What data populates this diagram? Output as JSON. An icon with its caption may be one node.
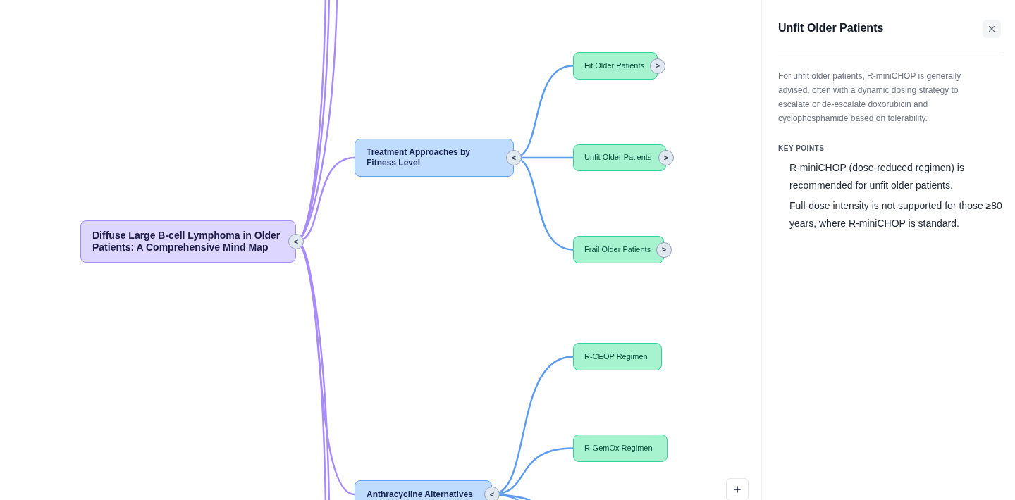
{
  "diagram": {
    "nodes": [
      {
        "text": [
          "Diffuse Large B-cell Lymphoma in Older Patients: A Comprehensive Mind Map"
        ],
        "beside": [
          "<"
        ]
      },
      {
        "text": [
          "Treatment Approaches by Fitness Level"
        ],
        "beside": [
          "<"
        ]
      },
      {
        "text": [
          "Fit Older Patients"
        ],
        "beside": [
          ">"
        ]
      },
      {
        "text": [
          "Unfit Older Patients"
        ],
        "beside": [
          ">"
        ]
      },
      {
        "text": [
          "Frail Older Patients"
        ],
        "beside": [
          ">"
        ]
      },
      {
        "text": [
          "R-CEOP Regimen"
        ]
      },
      {
        "text": [
          "R-GemOx Regimen"
        ]
      },
      {
        "text": [
          "Anthracycline Alternatives"
        ],
        "beside": [
          "<"
        ]
      }
    ],
    "edges": [
      {
        "from": 0,
        "to": null,
        "arrow": "none"
      },
      {
        "from": 0,
        "to": null,
        "arrow": "none"
      },
      {
        "from": 0,
        "to": null,
        "arrow": "none"
      },
      {
        "from": 0,
        "to": 1,
        "arrow": "none"
      },
      {
        "from": 0,
        "to": 7,
        "arrow": "none"
      },
      {
        "from": 0,
        "to": null,
        "arrow": "none"
      },
      {
        "from": 0,
        "to": null,
        "arrow": "none"
      },
      {
        "from": 1,
        "to": 2,
        "arrow": "none"
      },
      {
        "from": 1,
        "to": 3,
        "arrow": "none"
      },
      {
        "from": 1,
        "to": 4,
        "arrow": "none"
      },
      {
        "from": 7,
        "to": 5,
        "arrow": "none"
      },
      {
        "from": 7,
        "to": 6,
        "arrow": "none"
      },
      {
        "from": 7,
        "to": null,
        "arrow": "none"
      },
      {
        "from": 7,
        "to": null,
        "arrow": "none"
      }
    ],
    "labels": [
      "Unfit Older Patients",
      "For unfit older patients, R-miniCHOP is generally advised, often with a dynamic dosing strategy to escalate or de-escalate doxorubicin and cyclophosphamide based on tolerability.",
      "KEY POINTS",
      "R-miniCHOP (dose-reduced regimen) is recommended for unfit older patients.",
      "Full-dose intensity is not supported for those ≥80 years, where R-miniCHOP is standard."
    ]
  }
}
